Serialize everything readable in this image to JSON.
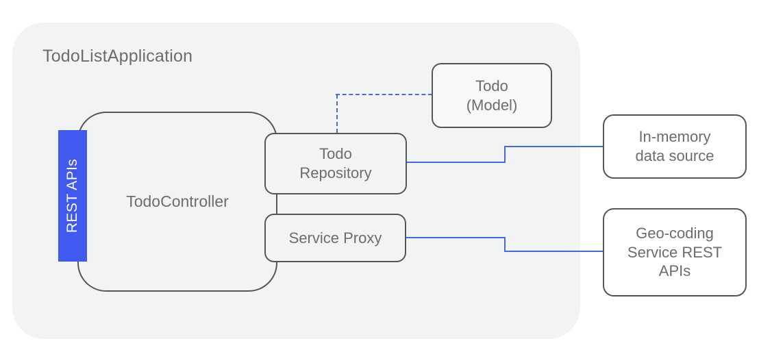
{
  "diagram": {
    "title": "TodoListApplication",
    "container_name": "TodoListApplication",
    "colors": {
      "container_bg": "#f2f4f3",
      "node_border": "#555555",
      "node_text": "#6d6b70",
      "badge_bg": "#4059ee",
      "badge_text": "#ffffff",
      "connector_blue": "#4169e8",
      "connector_dark": "#555555",
      "page_bg": "#ffffff"
    },
    "badge": {
      "label": "REST APIs",
      "orientation": "vertical-bottom-to-top"
    },
    "nodes": [
      {
        "id": "controller",
        "label": "TodoController",
        "inside_container": true
      },
      {
        "id": "repository",
        "label": "Todo\nRepository",
        "inside_container": true
      },
      {
        "id": "serviceproxy",
        "label": "Service Proxy",
        "inside_container": true
      },
      {
        "id": "model",
        "label": "Todo\n(Model)",
        "inside_container": true
      },
      {
        "id": "inmemory",
        "label": "In-memory\ndata source",
        "inside_container": false
      },
      {
        "id": "geocoding",
        "label": "Geo-coding\nService REST\nAPIs",
        "inside_container": false
      }
    ],
    "connectors": [
      {
        "from": "repository",
        "to": "model",
        "style": "dashed",
        "color": "#4169e8"
      },
      {
        "from": "repository",
        "to": "inmemory",
        "style": "solid",
        "color": "#4169e8"
      },
      {
        "from": "serviceproxy",
        "to": "geocoding",
        "style": "solid",
        "color": "#4169e8"
      },
      {
        "from": "repository",
        "to": "serviceproxy",
        "style": "solid",
        "color": "#555555"
      },
      {
        "from": "badge",
        "to": "controller",
        "style": "overlay",
        "color": "#4059ee"
      }
    ]
  }
}
